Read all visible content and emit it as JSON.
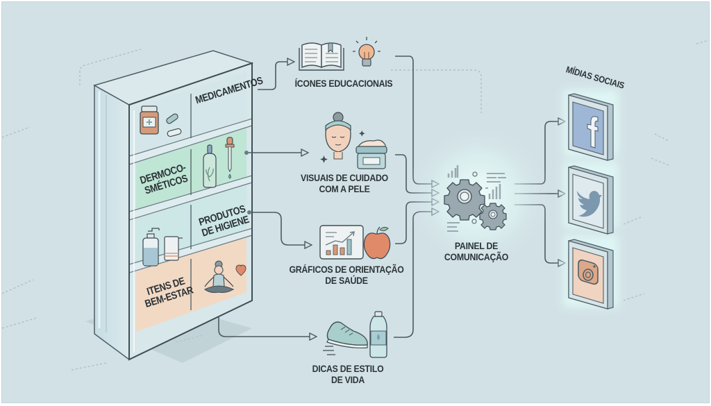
{
  "diagram": {
    "title": "Fluxo de comunicação de produtos de farmácia para mídias sociais",
    "colors": {
      "background": "#d2e1e6",
      "line": "#4a5a62",
      "text": "#2c3438",
      "medicamentos_shelf": "#cfe3e6",
      "dermo_shelf": "#bfe5d5",
      "higiene_shelf": "#cde6e6",
      "bem_estar_shelf": "#f2d9c4",
      "accent_orange": "#e08a6a",
      "facebook_tile": "#9fb7d6",
      "glow": "#dff6f5"
    },
    "shelves": [
      {
        "id": "medicamentos",
        "label": "MEDICAMENTOS",
        "icons": [
          "pill-bottle-icon",
          "capsule-icon"
        ]
      },
      {
        "id": "dermocosmeticos",
        "label_line1": "DERMOCO-",
        "label_line2": "SMÉTICOS",
        "icons": [
          "serum-bottle-icon",
          "dropper-icon"
        ]
      },
      {
        "id": "higiene",
        "label_line1": "PRODUTOS",
        "label_line2": "DE HIGIENE",
        "icons": [
          "soap-dispenser-icon",
          "towel-icon"
        ]
      },
      {
        "id": "bem_estar",
        "label_line1": "ITENS DE",
        "label_line2": "BEM-ESTAR",
        "icons": [
          "meditation-icon",
          "heart-icon"
        ]
      }
    ],
    "content_nodes": [
      {
        "id": "educacionais",
        "label": "ÍCONES EDUCACIONAIS",
        "icons": [
          "book-icon",
          "lightbulb-icon"
        ]
      },
      {
        "id": "pele",
        "label_line1": "VISUAIS DE CUIDADO",
        "label_line2": "COM A PELE",
        "icons": [
          "face-icon",
          "cream-jar-icon"
        ]
      },
      {
        "id": "graficos",
        "label_line1": "GRÁFICOS DE ORIENTAÇÃO",
        "label_line2": "DE SAÚDE",
        "icons": [
          "chart-board-icon",
          "apple-icon"
        ]
      },
      {
        "id": "estilo",
        "label_line1": "DICAS DE ESTILO",
        "label_line2": "DE VIDA",
        "icons": [
          "sneaker-icon",
          "water-bottle-icon"
        ]
      }
    ],
    "hub": {
      "label_line1": "PAINEL DE",
      "label_line2": "COMUNICAÇÃO",
      "icon": "gears-icon"
    },
    "social": {
      "title": "MÍDIAS SOCIAIS",
      "platforms": [
        {
          "id": "facebook",
          "name": "Facebook",
          "glyph": "f"
        },
        {
          "id": "twitter",
          "name": "Twitter"
        },
        {
          "id": "instagram",
          "name": "Instagram"
        }
      ]
    }
  }
}
